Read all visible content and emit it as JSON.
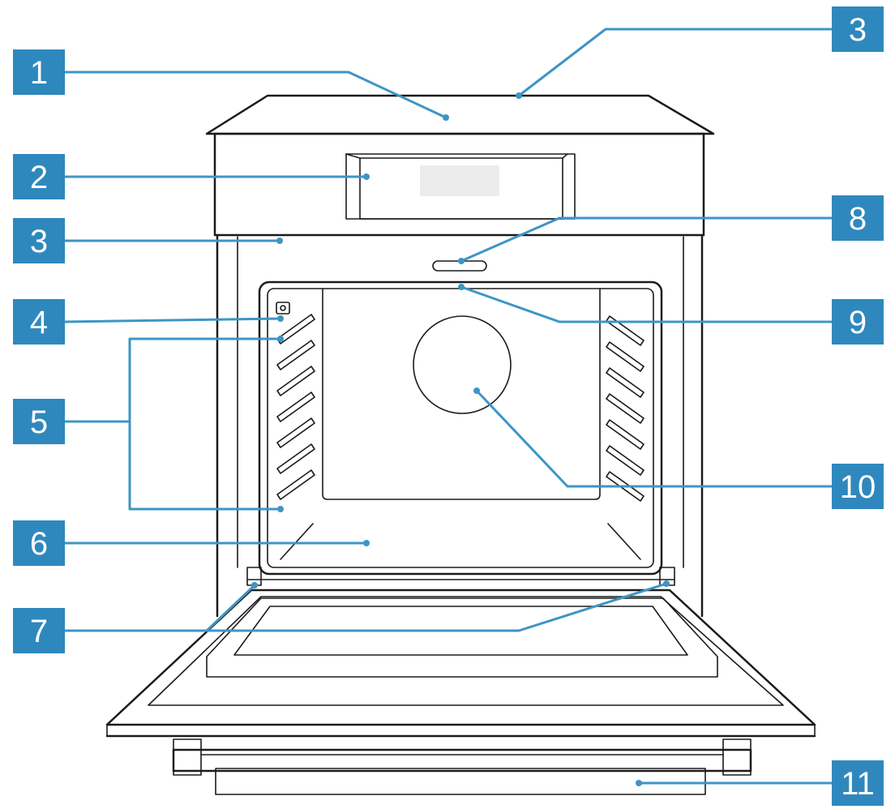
{
  "colors": {
    "callout_fill": "#2f88bd",
    "leader": "#3d95c6",
    "outline": "#1b1b1b",
    "cavity_fill": "#e9e9e9",
    "panel_fill": "#d2d2d2",
    "display_fill": "#ececec",
    "glass_fill": "#e2e2e2"
  },
  "callouts": [
    {
      "id": "c1",
      "label": "1"
    },
    {
      "id": "c2",
      "label": "2"
    },
    {
      "id": "c3a",
      "label": "3"
    },
    {
      "id": "c3b",
      "label": "3"
    },
    {
      "id": "c4",
      "label": "4"
    },
    {
      "id": "c5",
      "label": "5"
    },
    {
      "id": "c6",
      "label": "6"
    },
    {
      "id": "c7",
      "label": "7"
    },
    {
      "id": "c8",
      "label": "8"
    },
    {
      "id": "c9",
      "label": "9"
    },
    {
      "id": "c10",
      "label": "10"
    },
    {
      "id": "c11",
      "label": "11"
    }
  ]
}
